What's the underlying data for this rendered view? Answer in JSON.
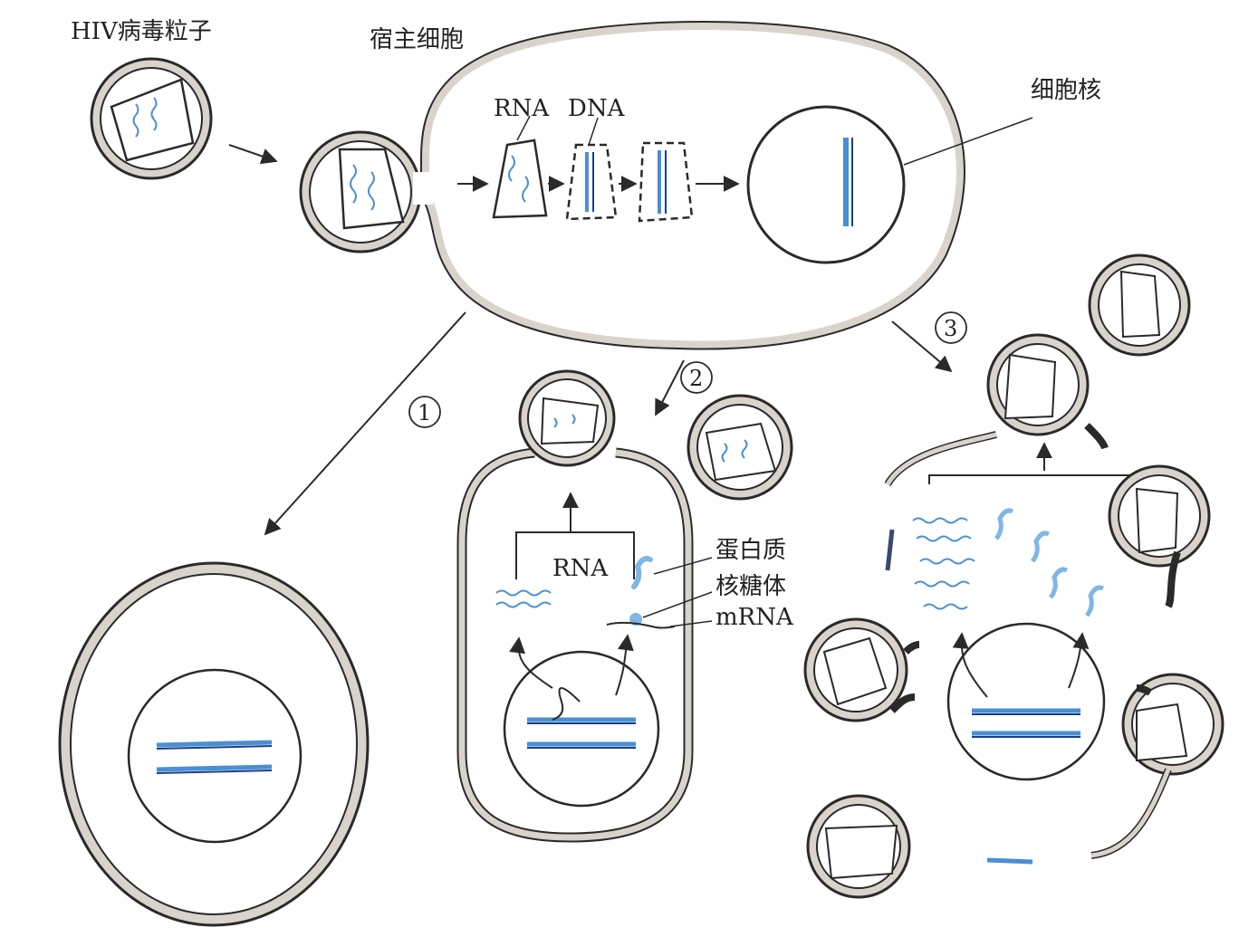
{
  "labels": {
    "hiv_particle": "HIV病毒粒子",
    "host_cell": "宿主细胞",
    "rna": "RNA",
    "dna": "DNA",
    "nucleus": "细胞核",
    "step1": "1",
    "step2": "2",
    "step3": "3",
    "rna_mid": "RNA",
    "protein": "蛋白质",
    "ribosome": "核糖体",
    "mrna": "mRNA"
  },
  "colors": {
    "line": "#2a2a2a",
    "membrane_fill": "#d8d4cc",
    "nucleic_blue": "#4a8fd6",
    "dna_dark": "#1c3f86",
    "protein_blue": "#7fb6e6",
    "background": "#ffffff"
  },
  "icons": [
    "hiv-virion",
    "host-cell",
    "nucleus",
    "dna-double-strand",
    "rna-strand",
    "arrow"
  ]
}
